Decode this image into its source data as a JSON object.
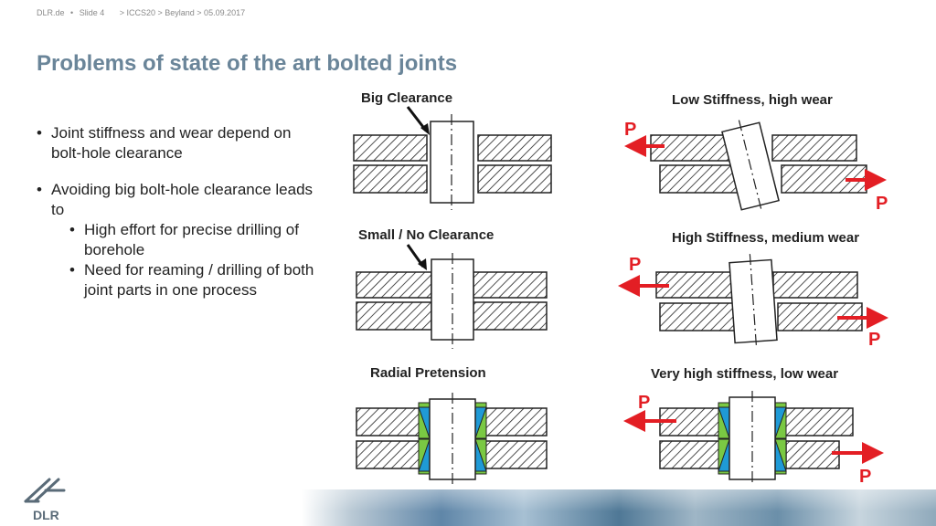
{
  "header": {
    "site": "DLR.de",
    "separator": "•",
    "slide": "Slide 4",
    "path": "> ICCS20 > Beyland > 05.09.2017"
  },
  "title": "Problems of state of the art bolted joints",
  "bullets": [
    {
      "text": "Joint stiffness and wear depend on bolt-hole clearance"
    },
    {
      "text": "Avoiding big bolt-hole clearance leads to",
      "sub": [
        "High effort for precise drilling of borehole",
        "Need for reaming / drilling of both joint parts in one process"
      ]
    }
  ],
  "diagrams": {
    "big_clearance": "Big Clearance",
    "small_clearance": "Small / No Clearance",
    "radial_pretension": "Radial Pretension",
    "low_stiffness": "Low Stiffness, high wear",
    "high_stiffness": "High Stiffness, medium wear",
    "very_high_stiffness": "Very high stiffness, low wear",
    "force_label": "P"
  },
  "colors": {
    "title": "#6a8599",
    "force": "#e31e24",
    "shim_green": "#7ac943",
    "shim_blue": "#1f9ad6"
  },
  "logo": {
    "icon": "dlr-logo-icon",
    "text": "DLR"
  }
}
